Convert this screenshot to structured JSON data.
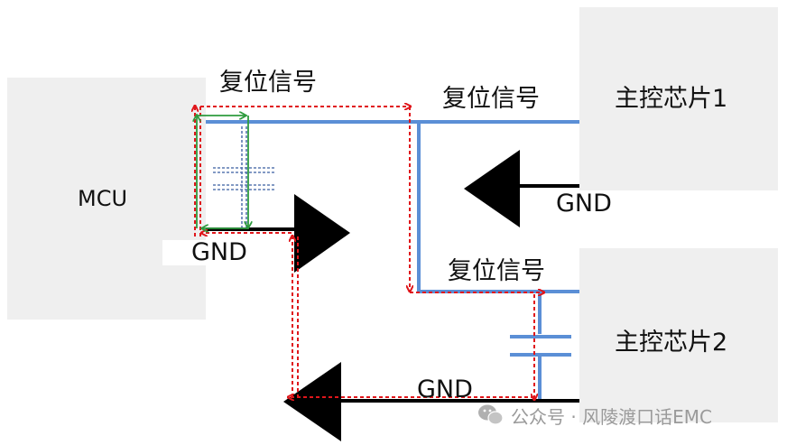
{
  "blocks": {
    "mcu": "MCU",
    "chip1": "主控芯片1",
    "chip2": "主控芯片2"
  },
  "labels": {
    "reset_signal_top": "复位信号",
    "reset_signal_chip1": "复位信号",
    "reset_signal_chip2": "复位信号",
    "gnd_mcu": "GND",
    "gnd_chip1": "GND",
    "gnd_bottom": "GND"
  },
  "watermark": {
    "text": "公众号 · 风陵渡口话EMC",
    "icon": "wechat-icon"
  },
  "colors": {
    "block_fill": "#efefef",
    "signal_wire": "#5b8fd6",
    "return_path": "#e0161b",
    "mcu_loop": "#2e9b3e",
    "capacitor_dots": "#5a78b0",
    "ground_symbol": "#000000"
  }
}
